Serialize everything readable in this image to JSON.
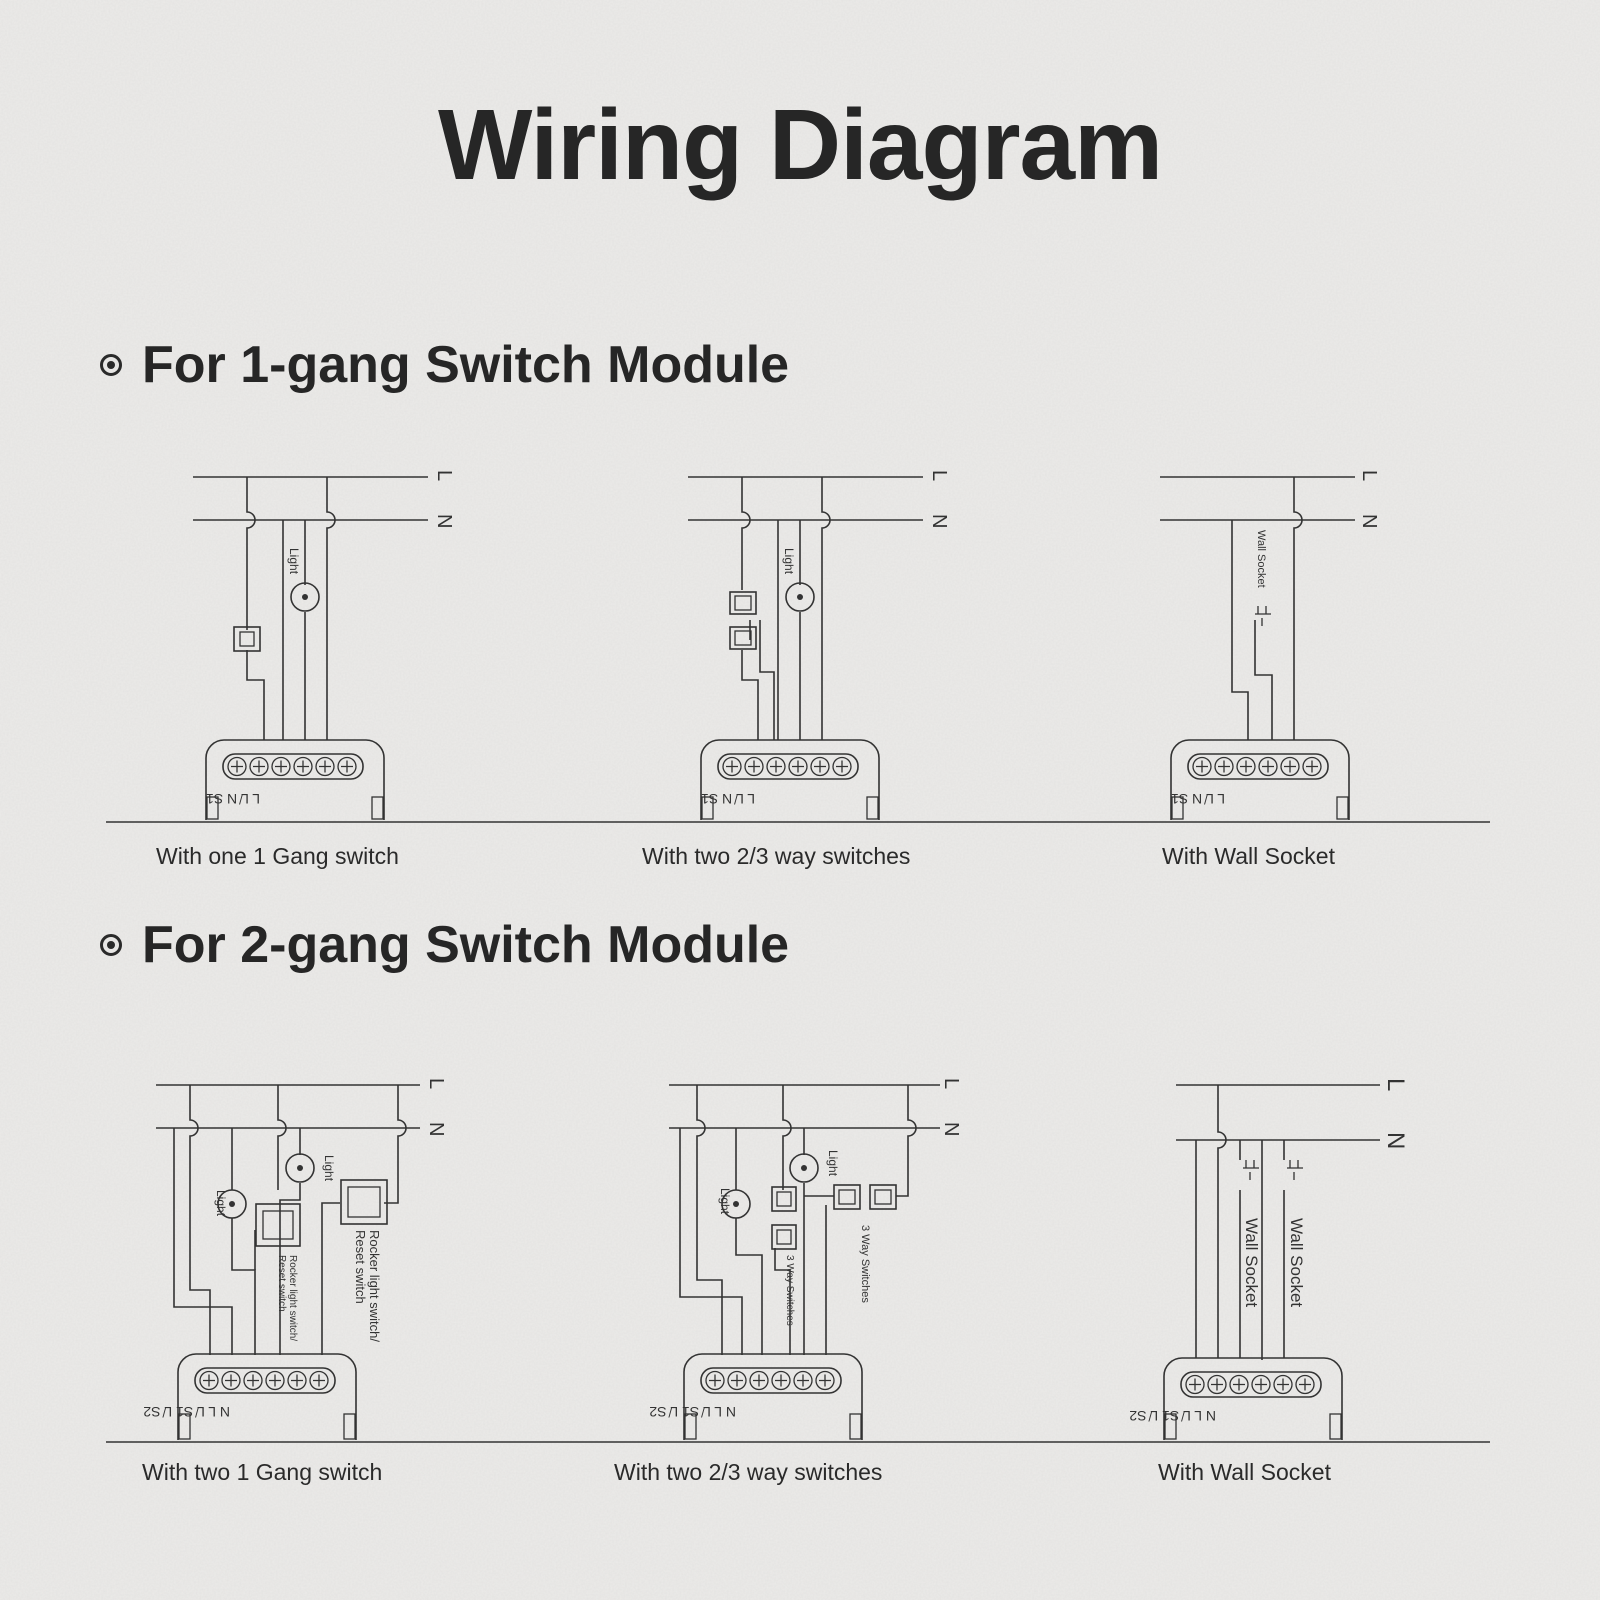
{
  "title": "Wiring Diagram",
  "sections": [
    {
      "label": "For 1-gang Switch Module",
      "captions": [
        "With one 1 Gang switch",
        "With two 2/3 way switches",
        "With Wall Socket"
      ]
    },
    {
      "label": "For 2-gang Switch Module",
      "captions": [
        "With two 1 Gang switch",
        "With two 2/3 way switches",
        "With Wall Socket"
      ]
    }
  ],
  "lines": {
    "live": "L",
    "neutral": "N"
  },
  "labels": {
    "light": "Light",
    "wall_socket": "Wall Socket",
    "rocker_switch_a": "Rocker light switch/",
    "reset_switch": "Reset switch",
    "three_way_switches": "3 Way Switches"
  },
  "terminals_1gang": "L L̸ N S1",
  "terminals_2gang": "N L L̸ S1 L̸ S2",
  "colors": {
    "background": "#ecebe9",
    "ink": "#2a2a2a"
  }
}
